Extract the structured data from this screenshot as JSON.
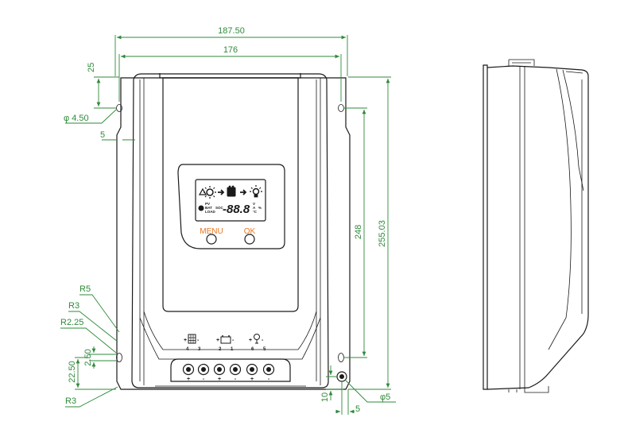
{
  "colors": {
    "dimension": "#2f8a3a",
    "outline": "#1a1a1a",
    "button_label": "#e87722",
    "background": "#ffffff"
  },
  "front_view": {
    "dimensions": {
      "overall_width": "187.50",
      "hole_spacing_width": "176",
      "top_offset": "25",
      "hole_diameter": "φ 4.50",
      "edge_offset": "5",
      "hole_spacing_height": "248",
      "overall_height": "255.03",
      "radius_outer": "R5",
      "radius_mid": "R3",
      "radius_small": "R2.25",
      "slot_offset": "2.50",
      "bottom_offset": "22.50",
      "radius_bottom": "R3",
      "bottom_height": "10",
      "bottom_side": "5",
      "terminal_hole": "φ5"
    },
    "display": {
      "value": "-88.8",
      "small_labels": [
        "PV",
        "BAT",
        "LOAD",
        "SOC",
        "V",
        "A",
        "°C",
        "%"
      ]
    },
    "buttons": {
      "menu": "MENU",
      "ok": "OK"
    },
    "terminal_labels": {
      "groups": [
        "solar-panel-icon",
        "battery-icon",
        "lamp-icon"
      ],
      "numbers": [
        "4",
        "3",
        "2",
        "1",
        "6",
        "5"
      ],
      "polarity": [
        "+",
        "-",
        "+",
        "-",
        "+",
        "-"
      ]
    }
  },
  "side_view": {}
}
